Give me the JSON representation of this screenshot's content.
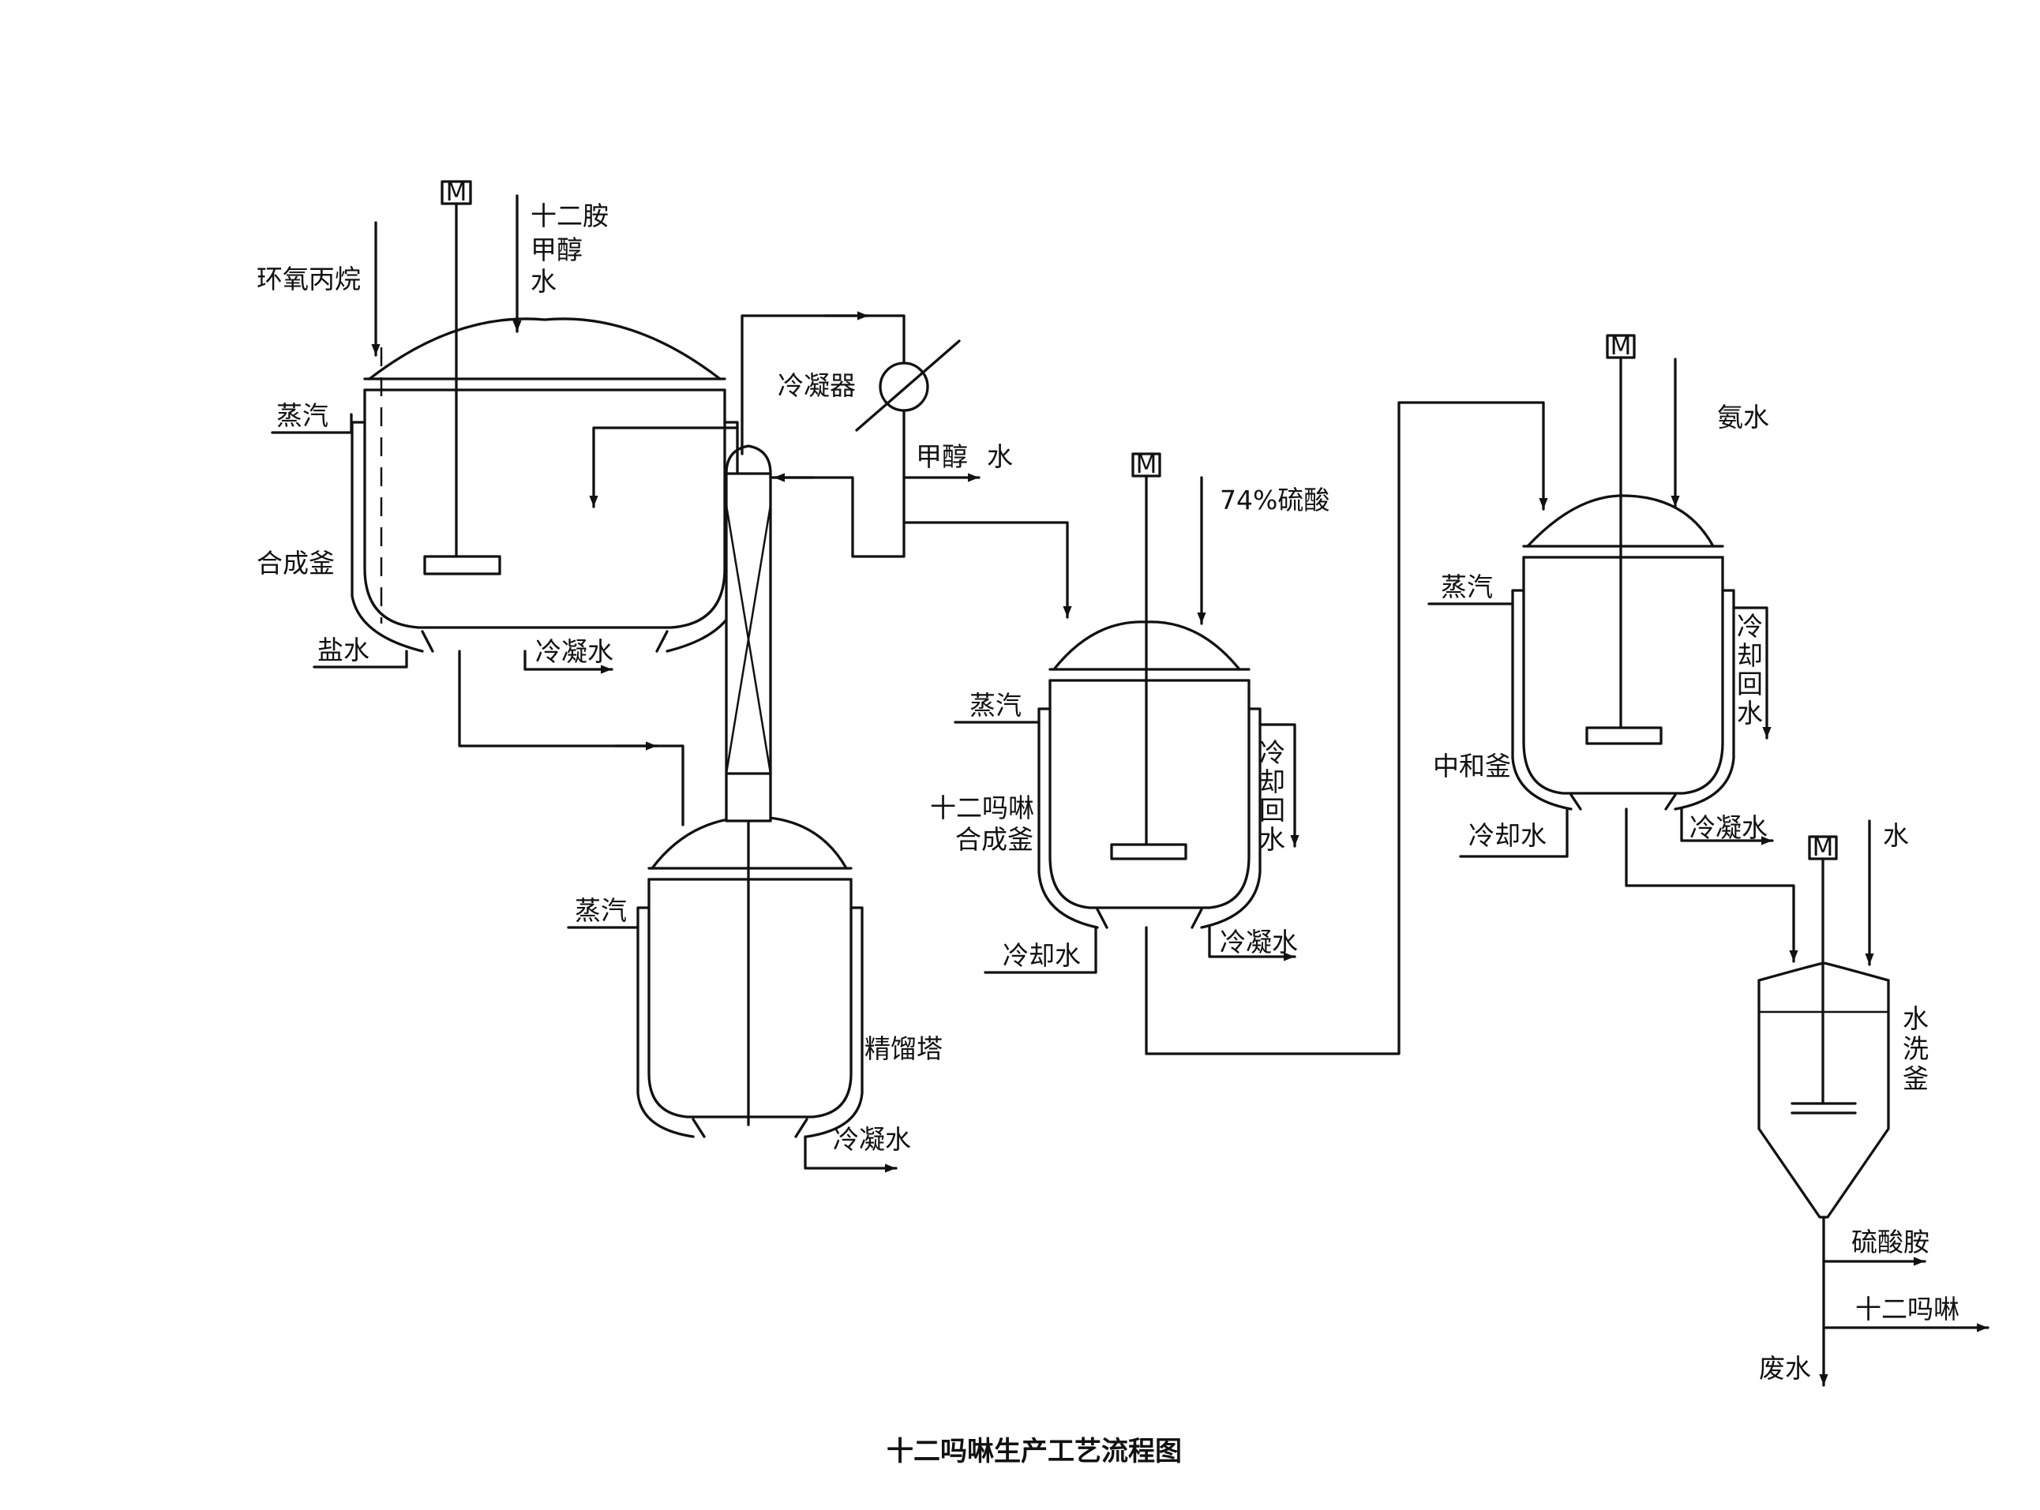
{
  "caption": "十二吗啉生产工艺流程图",
  "motor_label": "M",
  "equipment": {
    "synthesis_kettle": "合成釜",
    "distillation_tower": "精馏塔",
    "condenser": "冷凝器",
    "morpholine_kettle_line1": "十二吗啉",
    "morpholine_kettle_line2": "合成釜",
    "neutralization_kettle": "中和釜",
    "wash_kettle_chars": [
      "水",
      "洗",
      "釜"
    ]
  },
  "streams": {
    "epoxypropane": "环氧丙烷",
    "dodecylamine_feed": [
      "十二胺",
      "甲醇",
      "水"
    ],
    "steam": "蒸汽",
    "brine": "盐水",
    "condensate": "冷凝水",
    "cooling_water": "冷却水",
    "cooling_return_chars": [
      "冷",
      "却",
      "回",
      "水"
    ],
    "methanol": "甲醇",
    "water": "水",
    "sulfuric_acid": "74%硫酸",
    "ammonia_water": "氨水",
    "ammonium_sulfate": "硫酸胺",
    "product": "十二吗啉",
    "waste_water": "废水"
  }
}
